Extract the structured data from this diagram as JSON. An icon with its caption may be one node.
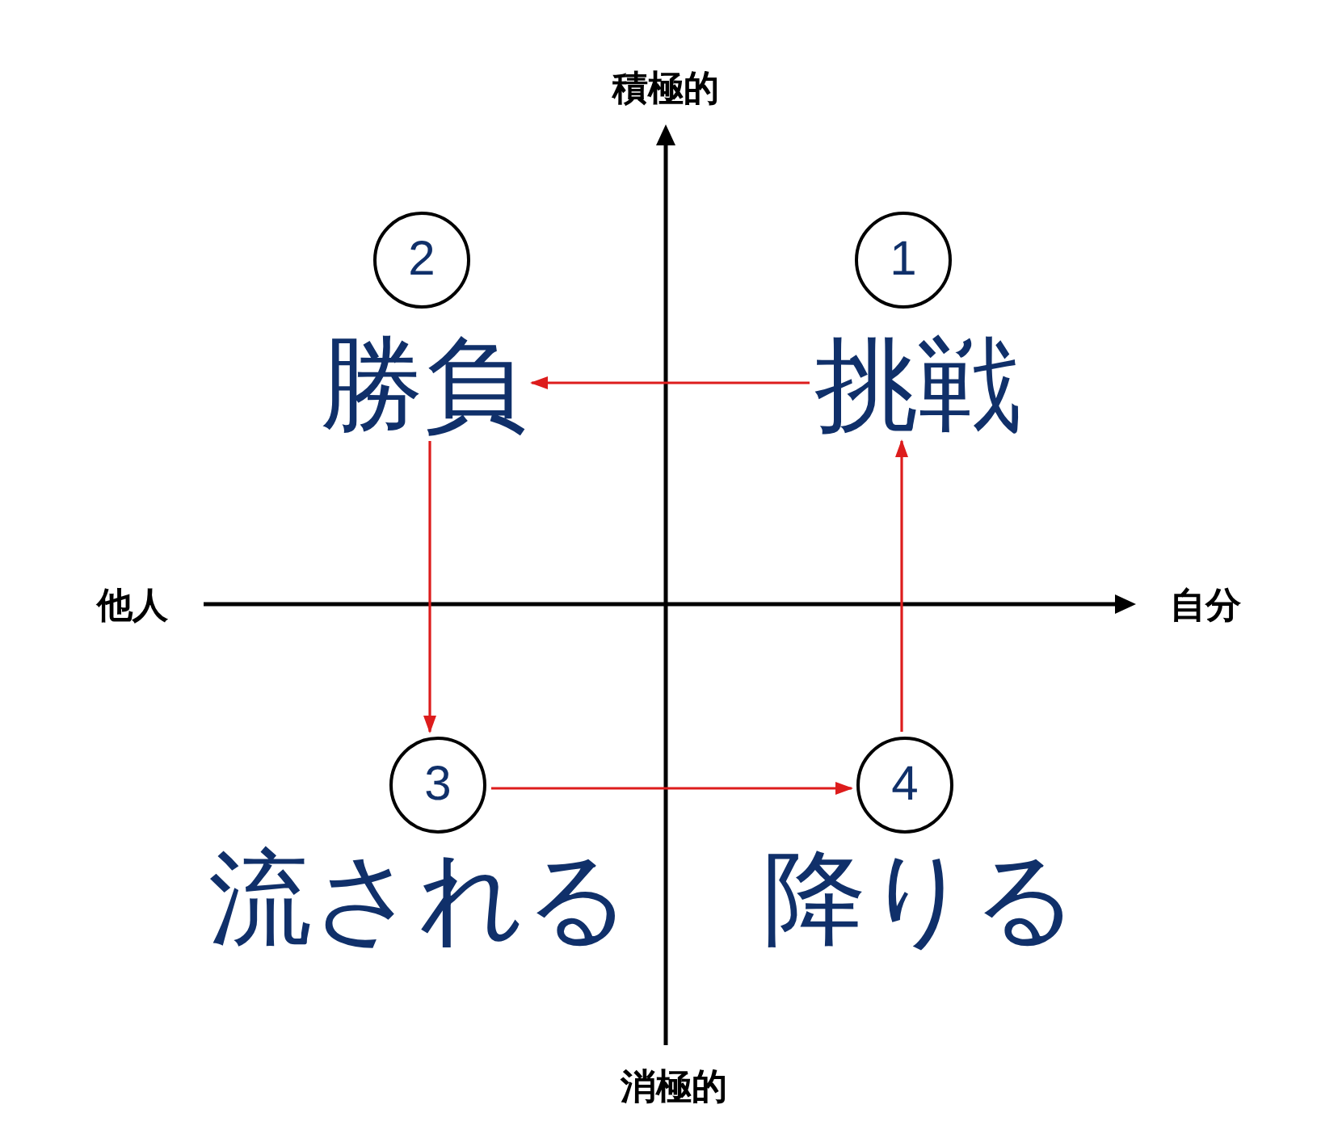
{
  "diagram": {
    "nodes": [
      {
        "text": [
          "1"
        ]
      },
      {
        "text": [
          "挑戦"
        ]
      },
      {
        "text": [
          "2"
        ]
      },
      {
        "text": [
          "勝負"
        ]
      },
      {
        "text": [
          "3"
        ]
      },
      {
        "text": [
          "流される"
        ]
      },
      {
        "text": [
          "4"
        ]
      },
      {
        "text": [
          "降りる"
        ]
      }
    ],
    "edges": [
      {
        "from": 1,
        "to": 3,
        "arrow": "to"
      },
      {
        "from": 3,
        "to": 4,
        "arrow": "to"
      },
      {
        "from": 4,
        "to": 6,
        "arrow": "to"
      },
      {
        "from": 6,
        "to": 1,
        "arrow": "to"
      }
    ],
    "labels": [
      "積極的",
      "他人",
      "自分",
      "消極的"
    ]
  }
}
